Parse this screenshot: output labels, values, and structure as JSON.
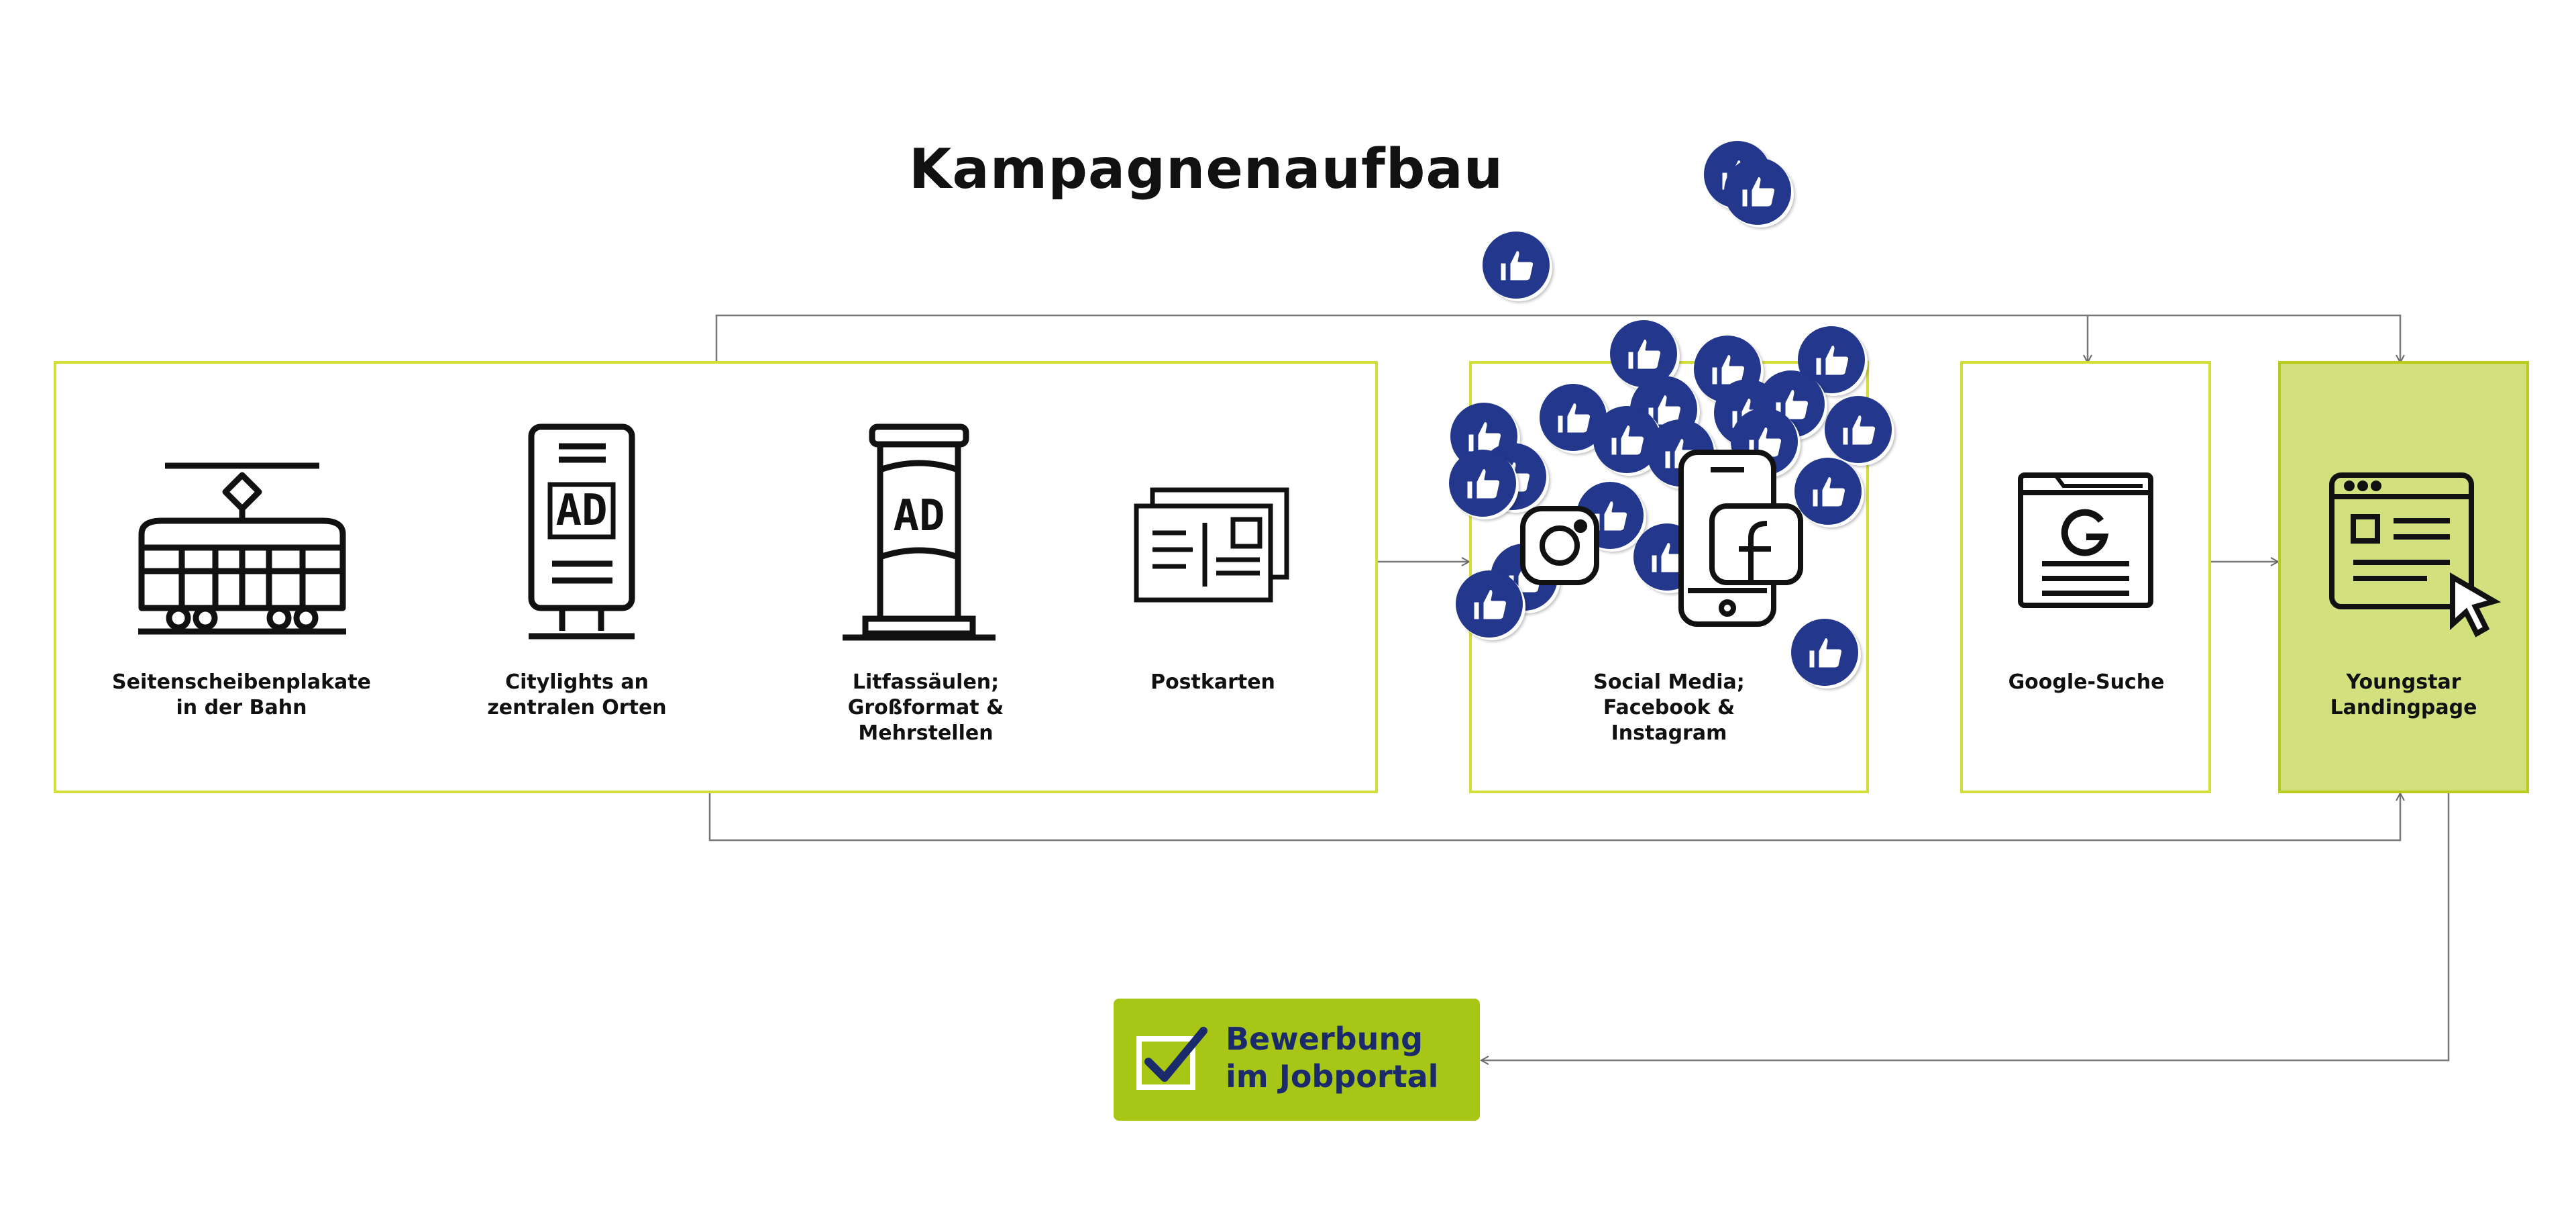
{
  "title": "Kampagnenaufbau",
  "colors": {
    "box_border": "#d4de3a",
    "landing_fill": "#d3e07e",
    "cta_fill": "#a7c615",
    "cta_text": "#1b2a6b",
    "bubble": "#23388c"
  },
  "groups": {
    "offline": {
      "items": [
        {
          "icon": "tram-icon",
          "label": "Seitenscheibenplakate in der Bahn",
          "line1": "Seitenscheibenplakate",
          "line2": "in der Bahn"
        },
        {
          "icon": "citylight-ad-icon",
          "label": "Citylights an zentralen Orten",
          "line1": "Citylights an",
          "line2": "zentralen Orten"
        },
        {
          "icon": "advertising-column-icon",
          "label": "Litfassäulen; Großformat & Mehrstellen",
          "line1": "Litfassäulen;",
          "line2": "Großformat &",
          "line3": "Mehrstellen"
        },
        {
          "icon": "postcard-icon",
          "label": "Postkarten",
          "line1": "Postkarten"
        }
      ]
    },
    "social": {
      "icon": "social-media-icon",
      "line1": "Social Media;",
      "line2": "Facebook &",
      "line3": "Instagram"
    },
    "google": {
      "icon": "google-search-icon",
      "line1": "Google-Suche"
    },
    "landing": {
      "icon": "landingpage-icon",
      "line1": "Youngstar",
      "line2": "Landingpage"
    }
  },
  "cta": {
    "line1": "Bewerbung",
    "line2": "im Jobportal",
    "icon": "checkbox-check-icon"
  },
  "decor": {
    "icon": "thumbs-up-icon"
  }
}
